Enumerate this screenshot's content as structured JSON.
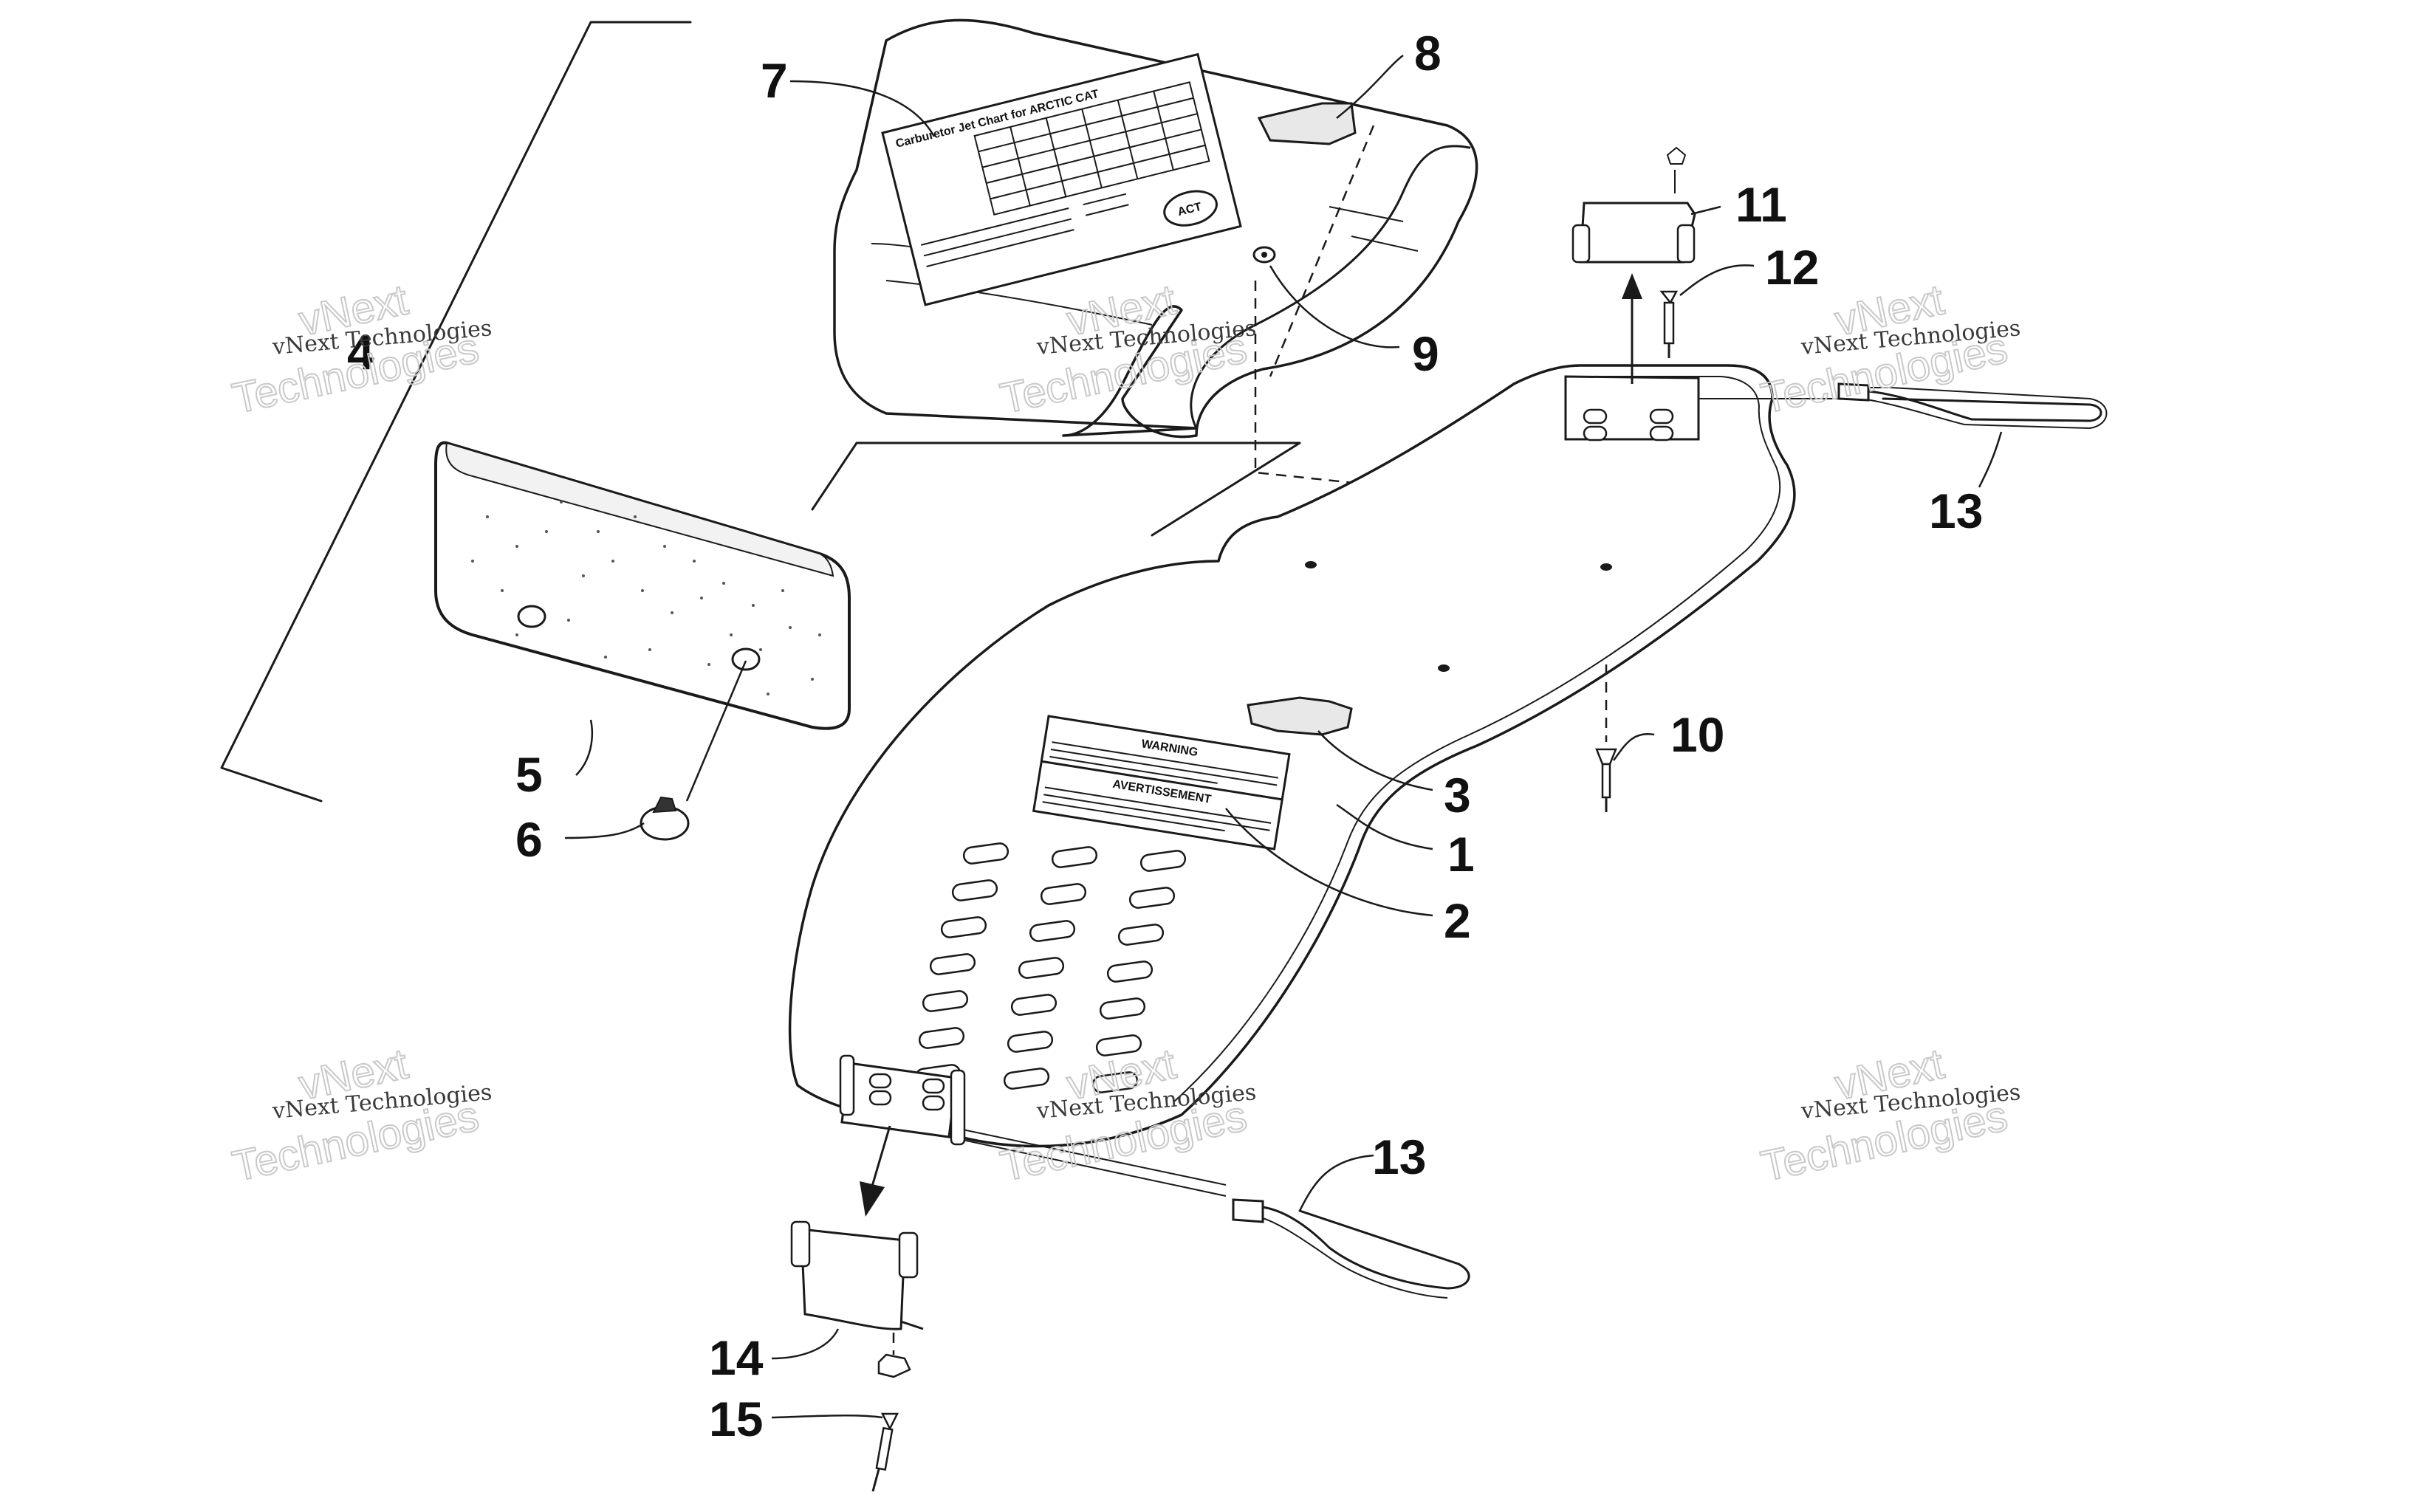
{
  "callouts": {
    "c1": "1",
    "c2": "2",
    "c3": "3",
    "c4": "4",
    "c5": "5",
    "c6": "6",
    "c7": "7",
    "c8": "8",
    "c9": "9",
    "c10": "10",
    "c11": "11",
    "c12": "12",
    "c13a": "13",
    "c13b": "13",
    "c14": "14",
    "c15": "15"
  },
  "watermark": {
    "line1": "vNext Technologies",
    "line2": "vNext",
    "line3": "Technologies"
  },
  "labels": {
    "warning": "WARNING",
    "avertissement": "AVERTISSEMENT",
    "jet_chart_title": "Carburetor Jet Chart for ARCTIC CAT",
    "logo": "ACT"
  }
}
